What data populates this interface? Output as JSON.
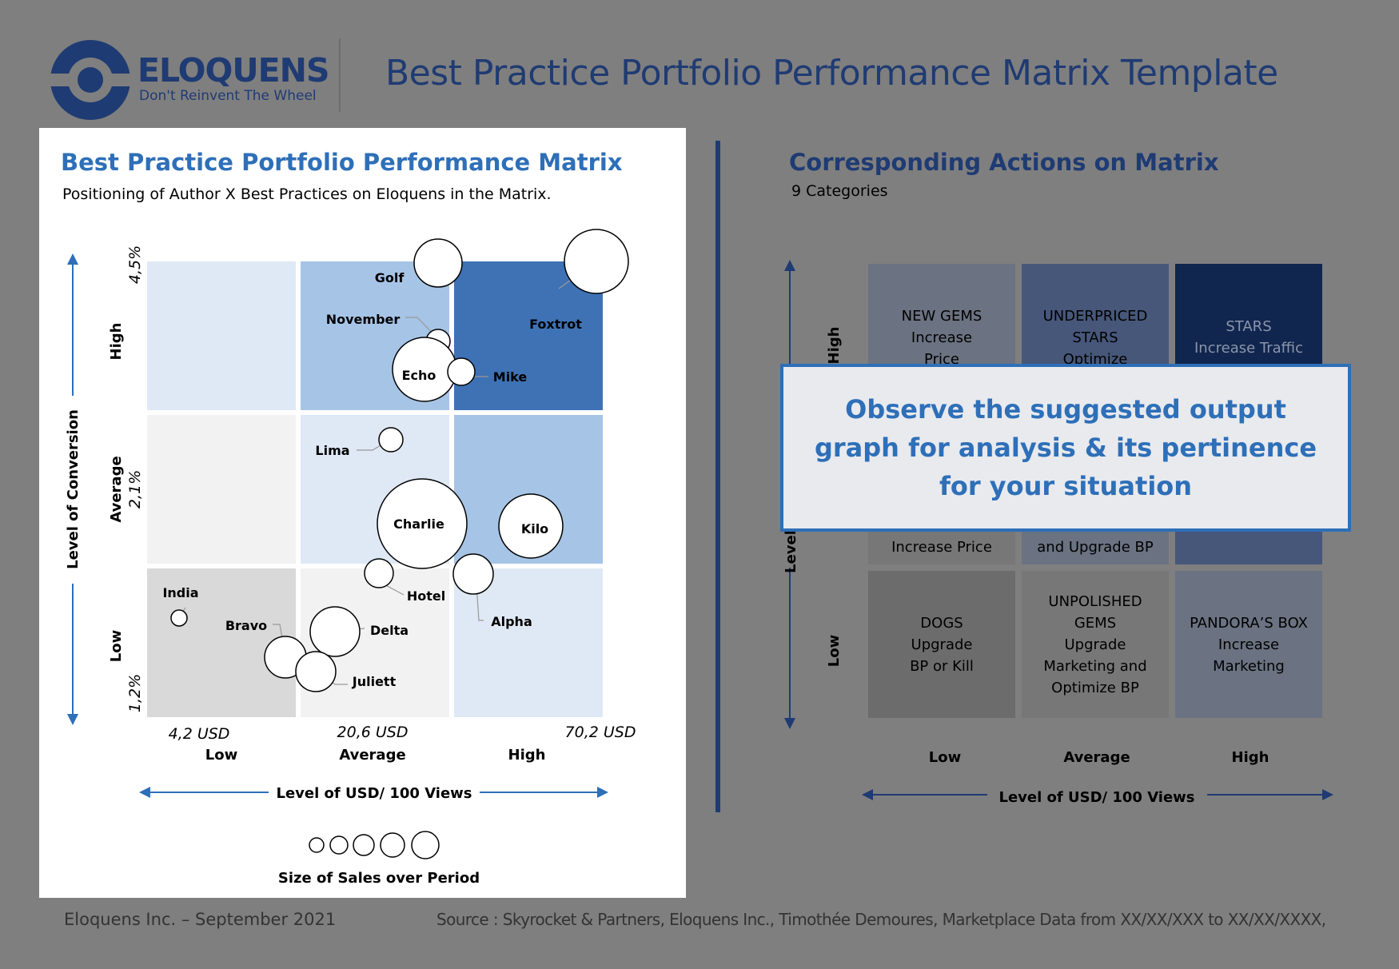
{
  "header": {
    "logo_name": "ELOQUENS",
    "logo_tagline": "Don't Reinvent The Wheel",
    "page_title": "Best Practice Portfolio Performance Matrix Template"
  },
  "left": {
    "title": "Best Practice Portfolio Performance Matrix",
    "subtitle": "Positioning of Author X Best Practices on Eloquens in the Matrix.",
    "y_axis_title": "Level of Conversion",
    "y_categories": [
      "Low",
      "Average",
      "High"
    ],
    "y_ticks": [
      "1,2%",
      "2,1%",
      "4,5%"
    ],
    "x_ticks": [
      "4,2 USD",
      "20,6 USD",
      "70,2 USD"
    ],
    "x_categories": [
      "Low",
      "Average",
      "High"
    ],
    "x_axis_title": "Level of USD/ 100 Views",
    "size_legend_title": "Size of Sales over Period"
  },
  "bubbles": [
    {
      "name": "Golf"
    },
    {
      "name": "Foxtrot"
    },
    {
      "name": "November"
    },
    {
      "name": "Echo"
    },
    {
      "name": "Mike"
    },
    {
      "name": "Lima"
    },
    {
      "name": "Charlie"
    },
    {
      "name": "Kilo"
    },
    {
      "name": "Hotel"
    },
    {
      "name": "Alpha"
    },
    {
      "name": "India"
    },
    {
      "name": "Bravo"
    },
    {
      "name": "Delta"
    },
    {
      "name": "Juliett"
    }
  ],
  "right": {
    "title": "Corresponding Actions on Matrix",
    "subtitle": "9 Categories",
    "y_axis_title": "Level",
    "y_categories": [
      "High",
      "Low"
    ],
    "x_categories": [
      "Low",
      "Average",
      "High"
    ],
    "x_axis_title": "Level of USD/ 100 Views",
    "cells": [
      {
        "text": "NEW GEMS\nIncrease\nPrice"
      },
      {
        "text": "UNDERPRICED\nSTARS\nOptimize"
      },
      {
        "text": "STARS\nIncrease Traffic"
      },
      {
        "text": "Increase Price"
      },
      {
        "text": "and Upgrade BP"
      },
      {
        "text": ""
      },
      {
        "text": "DOGS\nUpgrade\nBP or Kill"
      },
      {
        "text": "UNPOLISHED\nGEMS\nUpgrade\nMarketing and\nOptimize BP"
      },
      {
        "text": "PANDORA’S BOX\nIncrease\nMarketing"
      }
    ],
    "callout": "Observe the suggested output graph for analysis & its pertinence for your situation"
  },
  "footer": {
    "company": "Eloquens Inc. – September 2021",
    "source": "Source : Skyrocket & Partners, Eloquens Inc., Timothée Demoures, Marketplace Data from XX/XX/XXX to XX/XX/XXXX,"
  },
  "colors": {
    "navy": "#1f3b73",
    "accent_blue": "#2e6fb8",
    "cell_light": "#dfe9f5",
    "cell_medium": "#a6c4e6",
    "cell_dark": "#3e72b4",
    "cell_grey_light": "#f2f2f2",
    "cell_grey": "#d9d9d9"
  }
}
